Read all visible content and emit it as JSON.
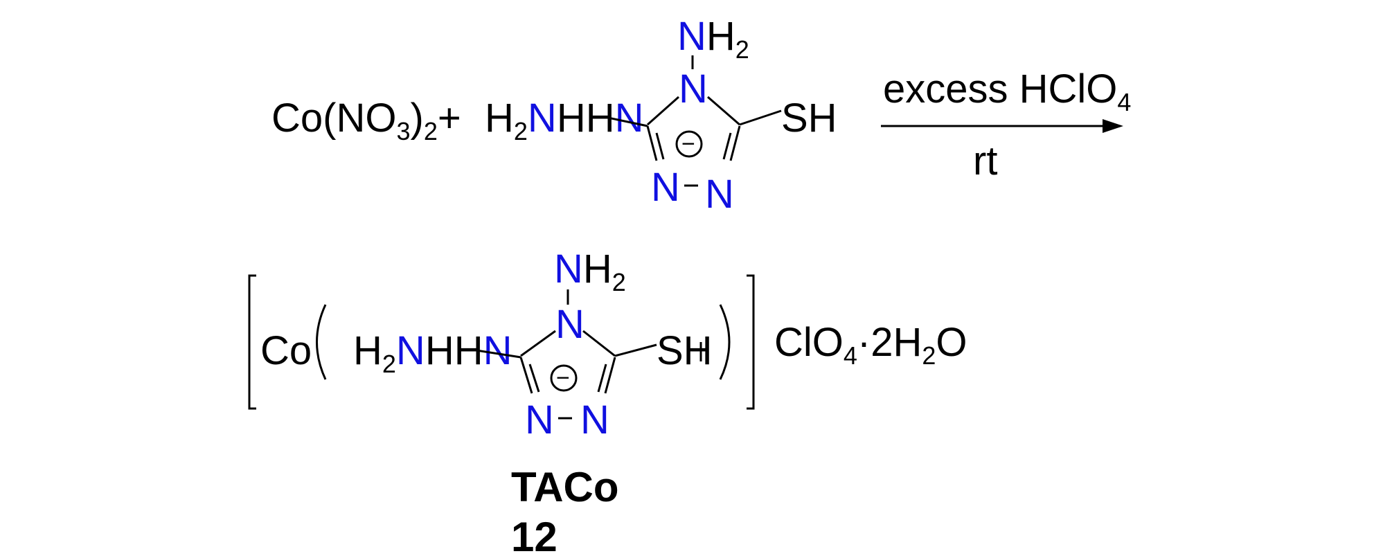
{
  "colors": {
    "black": "#000000",
    "nitrogen": "#1010e0",
    "background": "#ffffff"
  },
  "reactant_1": {
    "metal": "Co",
    "ligand": "(NO",
    "sub_3": "3",
    "close": ")",
    "sub_2": "2",
    "plus": "+"
  },
  "reactant_2": {
    "h2_h": "H",
    "h2_sub": "2",
    "n_hydrazine_1": "N",
    "hh": "HH",
    "n_hydrazine_2": "N",
    "amino_n": "N",
    "amino_h": "H",
    "amino_sub": "2",
    "ring_n4": "N",
    "ring_n1": "N",
    "ring_n2": "N",
    "charge": "−",
    "sh": "SH"
  },
  "conditions": {
    "reagent": "excess HClO",
    "reagent_sub": "4",
    "temperature": "rt"
  },
  "product": {
    "metal": "Co",
    "h2_h": "H",
    "h2_sub": "2",
    "n_hydrazine_1": "N",
    "hh": "HH",
    "n_hydrazine_2": "N",
    "amino_n": "N",
    "amino_h": "H",
    "amino_sub": "2",
    "ring_n4": "N",
    "ring_n1": "N",
    "ring_n2": "N",
    "charge": "−",
    "sh": "SH",
    "counter_ion": "ClO",
    "counter_sub": "4",
    "hydrate": "·2H",
    "hydrate_sub": "2",
    "hydrate_o": "O",
    "name": "TACo",
    "number": "12"
  }
}
